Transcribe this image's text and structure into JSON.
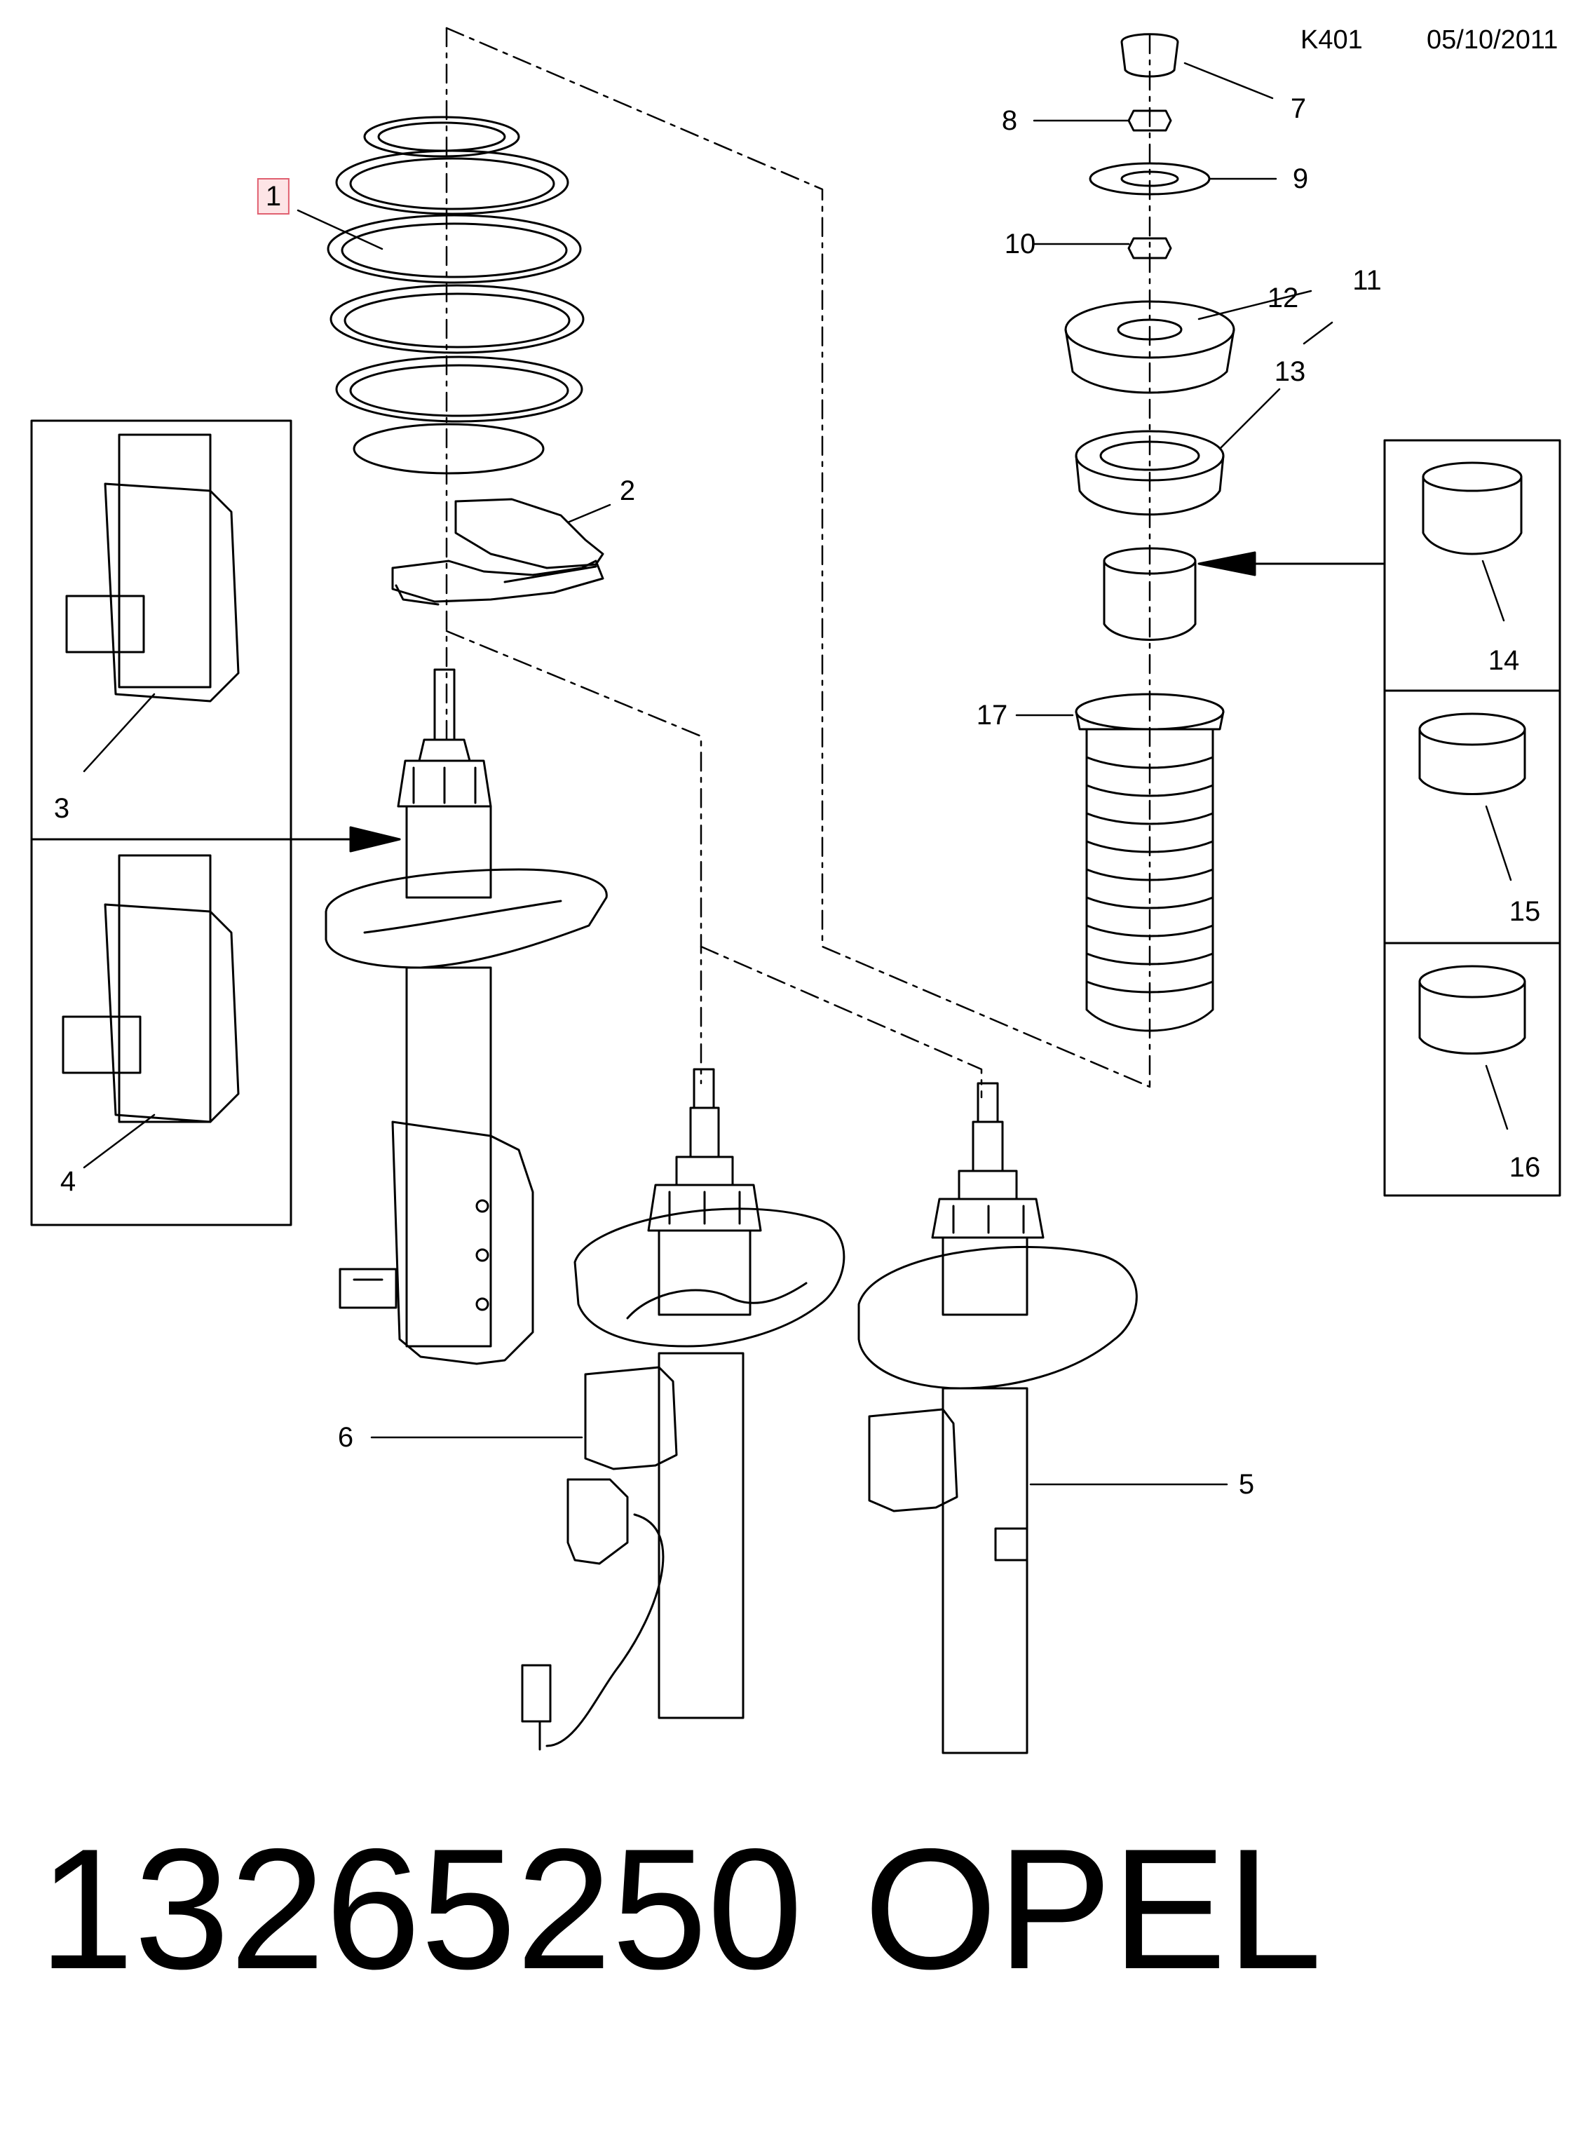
{
  "header": {
    "code": "K401",
    "date": "05/10/2011"
  },
  "callouts": [
    {
      "label": "1",
      "highlight": true
    },
    {
      "label": "2"
    },
    {
      "label": "3"
    },
    {
      "label": "4"
    },
    {
      "label": "5"
    },
    {
      "label": "6"
    },
    {
      "label": "7"
    },
    {
      "label": "8"
    },
    {
      "label": "9"
    },
    {
      "label": "10"
    },
    {
      "label": "11"
    },
    {
      "label": "12"
    },
    {
      "label": "13"
    },
    {
      "label": "14"
    },
    {
      "label": "15"
    },
    {
      "label": "16"
    },
    {
      "label": "17"
    }
  ],
  "footer": {
    "part_number": "13265250",
    "brand": "OPEL"
  },
  "colors": {
    "line": "#000000",
    "highlight_border": "#e06070",
    "highlight_fill": "#fde4e6"
  }
}
